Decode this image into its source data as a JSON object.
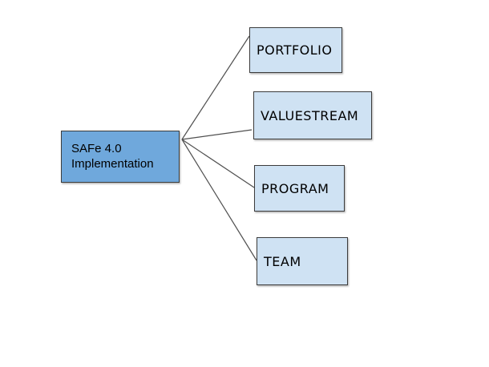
{
  "diagram": {
    "root": {
      "line1": "SAFe 4.0",
      "line2": "Implementation"
    },
    "children": [
      {
        "label": "PORTFOLIO"
      },
      {
        "label": "VALUESTREAM"
      },
      {
        "label": "PROGRAM"
      },
      {
        "label": "TEAM"
      }
    ]
  },
  "colors": {
    "root_fill": "#6fa8dc",
    "child_fill": "#cfe2f3",
    "box_border": "#3c3c3c",
    "connector_line": "#4f4f4f",
    "canvas_bg": "#ffffff",
    "text_color": "#000000"
  }
}
